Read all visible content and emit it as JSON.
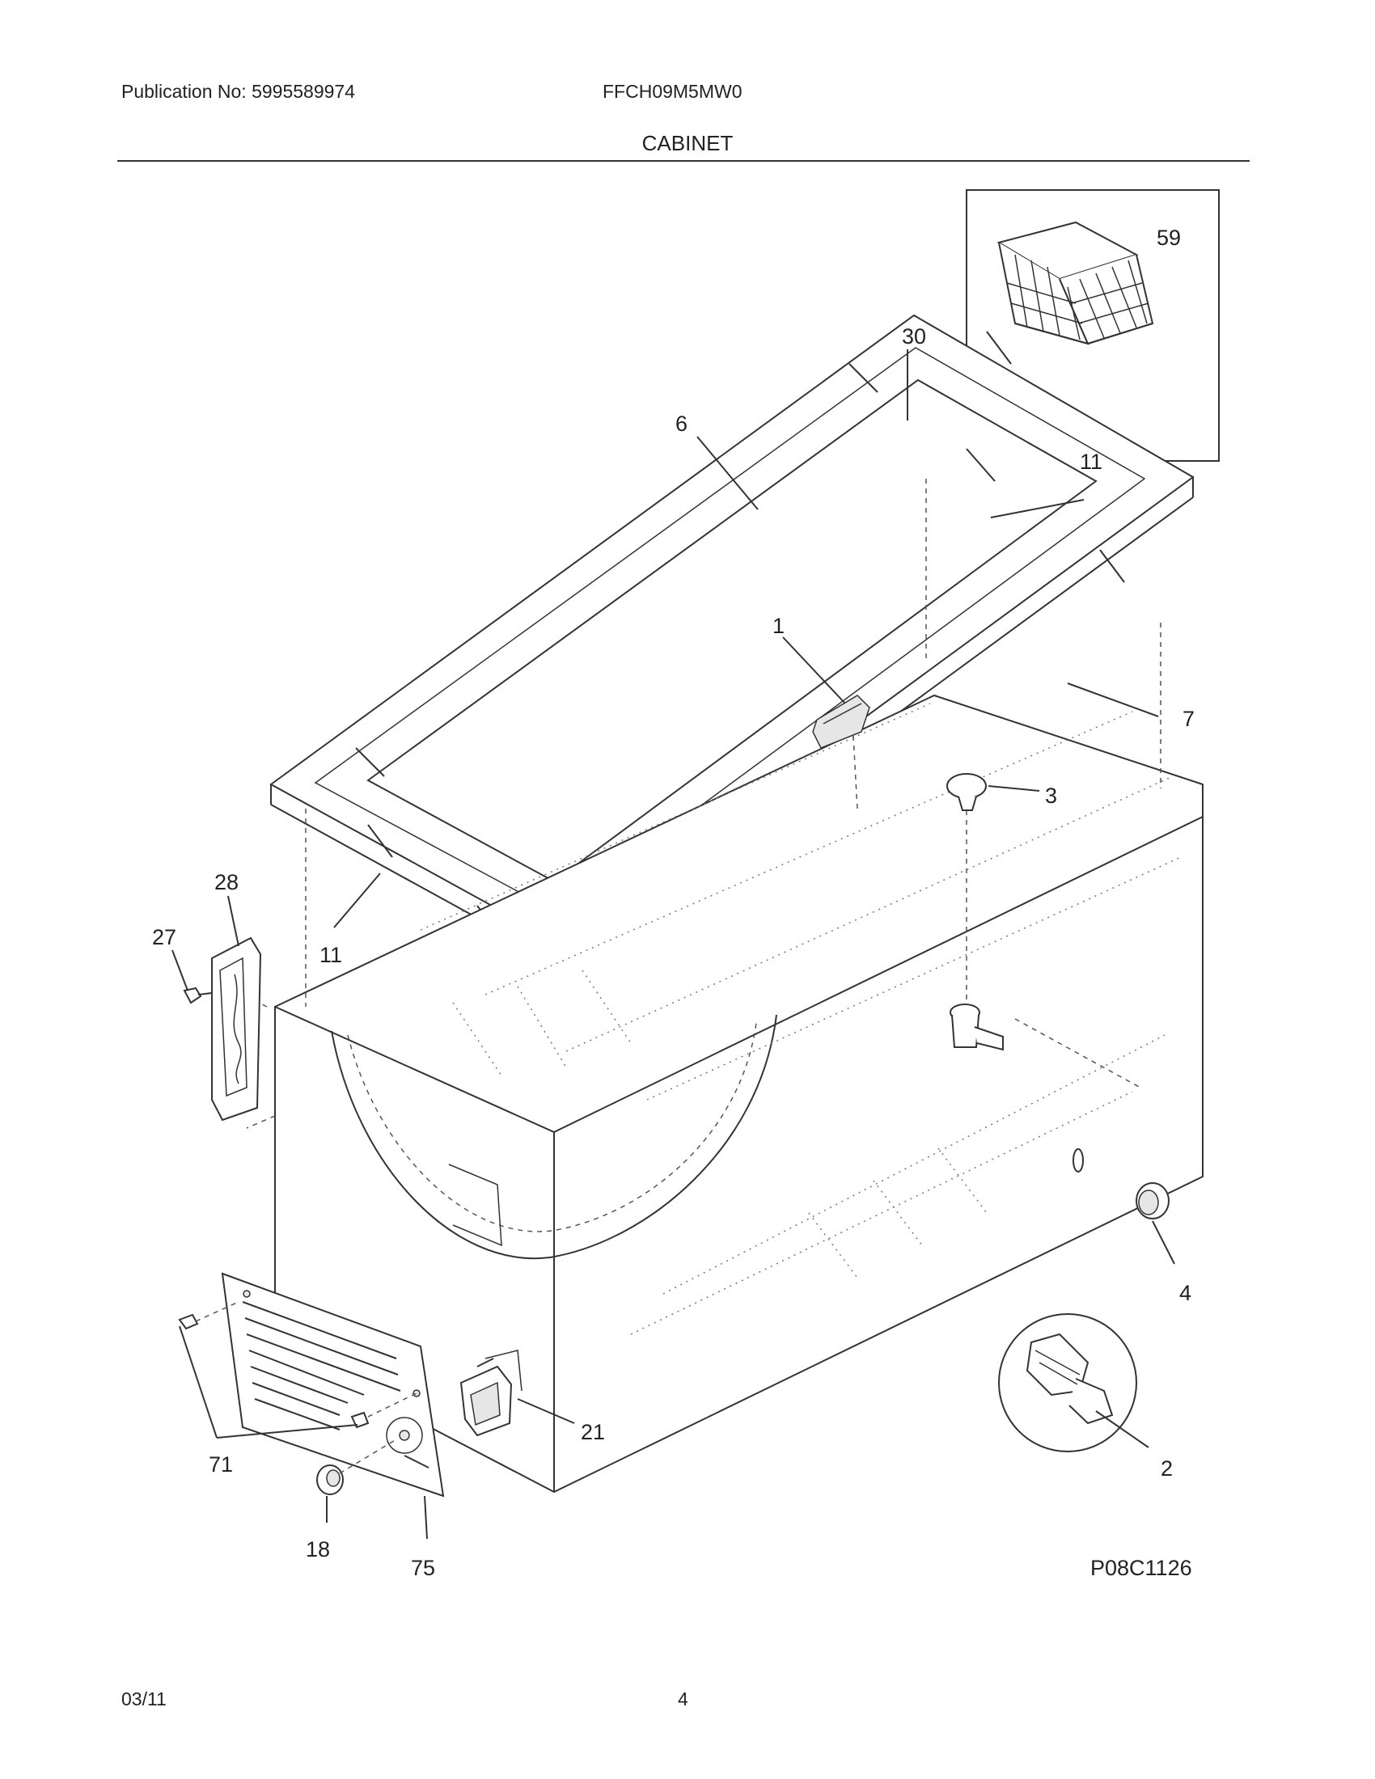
{
  "header": {
    "publication": "Publication No: 5995589974",
    "model": "FFCH09M5MW0",
    "section_title": "CABINET"
  },
  "diagram": {
    "figure_id": "P08C1126",
    "callouts": {
      "c59": "59",
      "c30": "30",
      "c6": "6",
      "c11a": "11",
      "c1": "1",
      "c7": "7",
      "c3": "3",
      "c28": "28",
      "c27": "27",
      "c11b": "11",
      "c4": "4",
      "c21": "21",
      "c2": "2",
      "c71": "71",
      "c18": "18",
      "c75": "75"
    }
  },
  "footer": {
    "date": "03/11",
    "page": "4"
  }
}
